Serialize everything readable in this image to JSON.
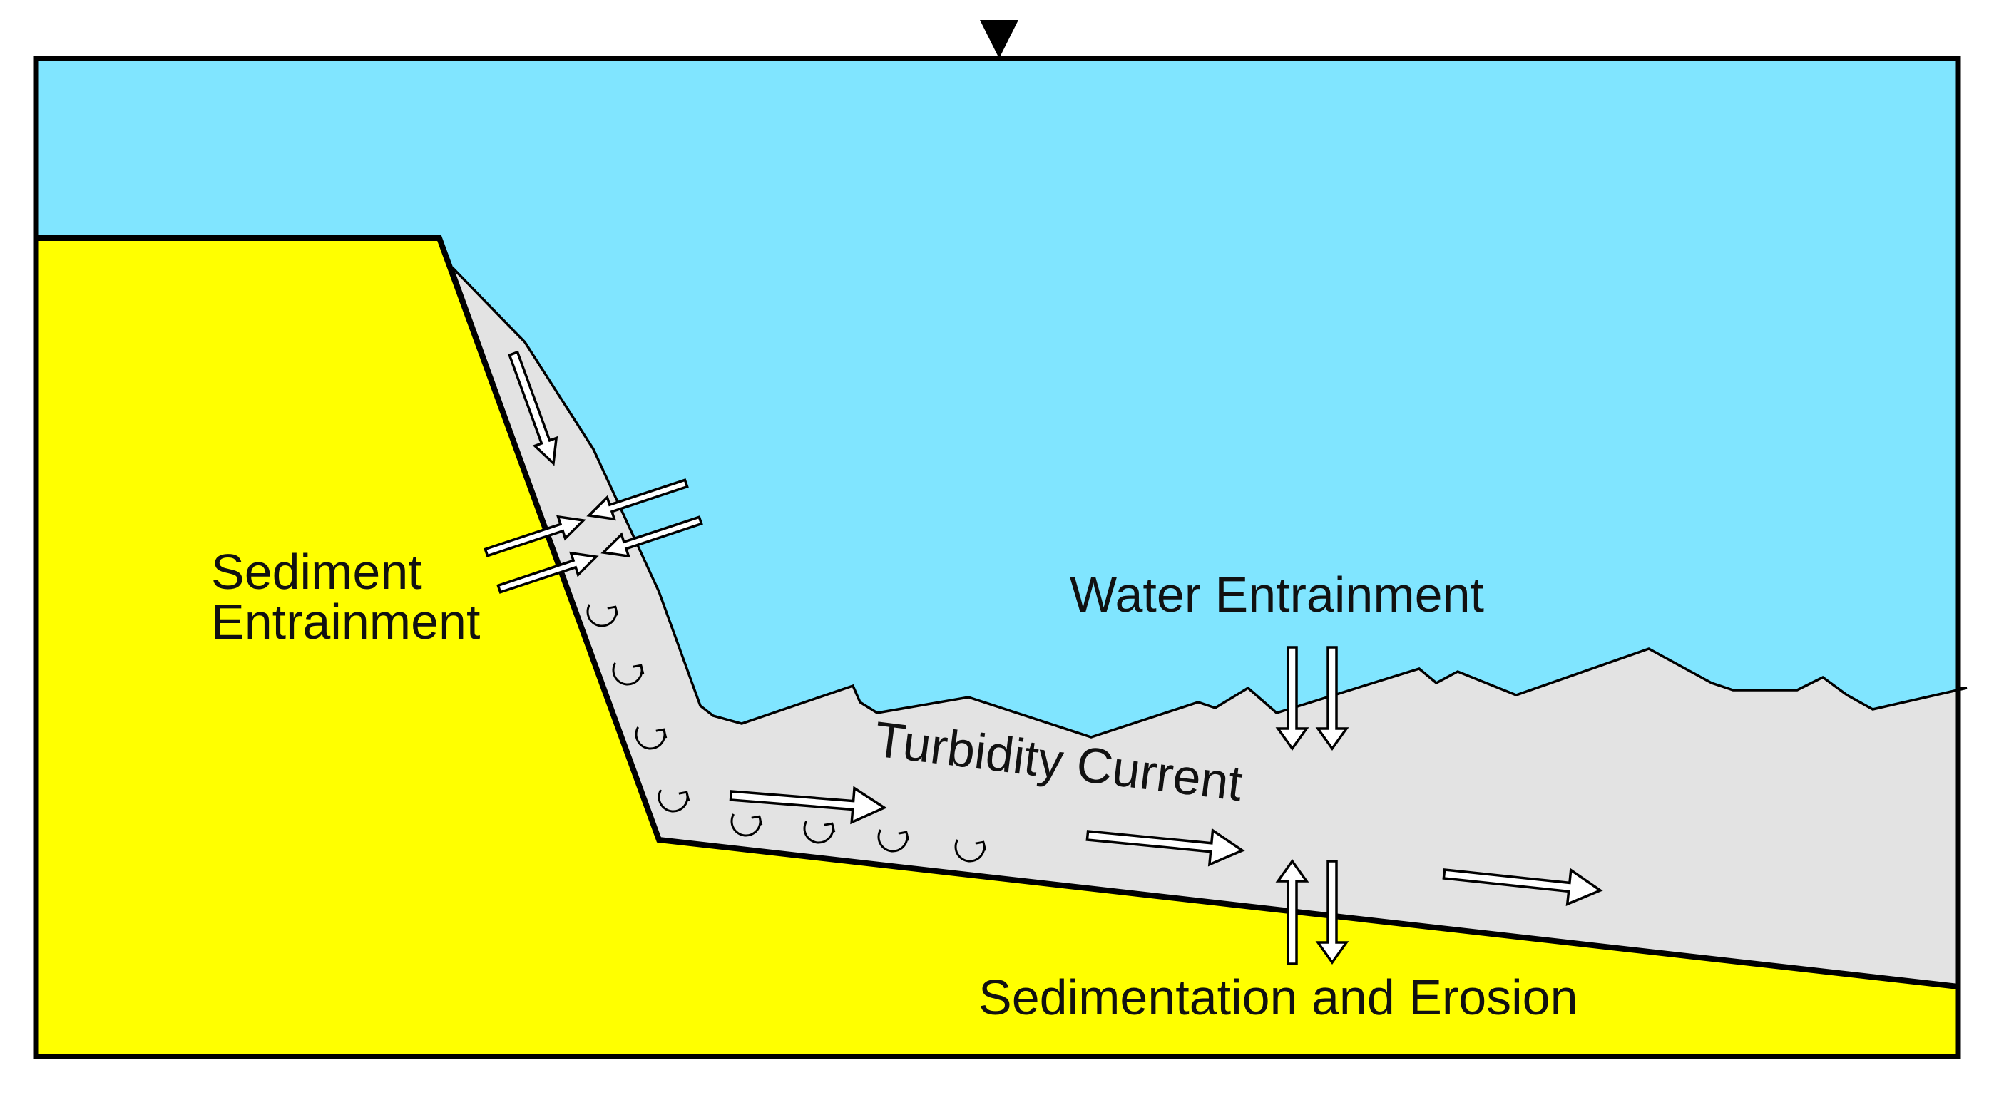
{
  "colors": {
    "water": "#80e5ff",
    "sediment": "#ffff00",
    "current": "#e3e3e3",
    "outline": "#000000",
    "text": "#111111"
  },
  "labels": {
    "sediment_entrainment": [
      "Sediment",
      "Entrainment"
    ],
    "water_entrainment": "Water Entrainment",
    "turbidity_current": "Turbidity Current",
    "sedimentation_erosion": "Sedimentation and Erosion"
  },
  "icons": {
    "water_level": "water-level-triangle",
    "flow": "hollow-flow-arrow",
    "eddy": "curved-eddy-arrow"
  }
}
